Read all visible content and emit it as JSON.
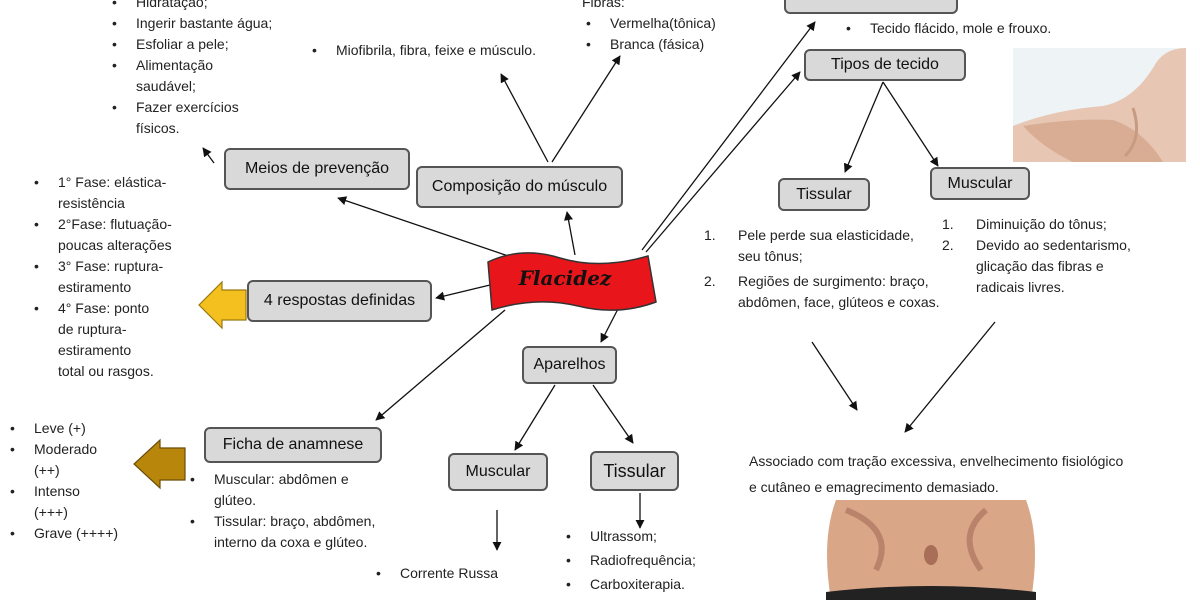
{
  "central": {
    "label": "Flacidez"
  },
  "nodes": {
    "meios_prevencao": "Meios de prevenção",
    "composicao_musculo": "Composição do músculo",
    "respostas_definidas": "4 respostas definidas",
    "ficha_anamnese": "Ficha de anamnese",
    "aparelhos": "Aparelhos",
    "aparelhos_muscular": "Muscular",
    "aparelhos_tissular": "Tissular",
    "tipos_tecido": "Tipos de tecido",
    "tipos_tissular": "Tissular",
    "tipos_muscular": "Muscular"
  },
  "prevencao_items": [
    "Hidratação;",
    "Ingerir bastante água;",
    "Esfoliar a pele;",
    "Alimentação saudável;",
    "Fazer exercícios físicos."
  ],
  "composicao_item": "Miofibrila, fibra, feixe e músculo.",
  "fibras": {
    "label": "Fibras:",
    "items": [
      "Vermelha(tônica)",
      "Branca (fásica)"
    ]
  },
  "definicao_item": "Tecido flácido, mole e frouxo.",
  "fases_items": [
    "1° Fase: elástica-resistência",
    "2°Fase: flutuação-poucas alterações",
    "3° Fase: ruptura-estiramento",
    "4° Fase: ponto de ruptura-estiramento total ou rasgos."
  ],
  "graus_items": [
    "Leve (+)",
    "Moderado (++)",
    "Intenso (+++)",
    "Grave (++++)"
  ],
  "anamnese_items": [
    "Muscular: abdômen e glúteo.",
    "Tissular: braço, abdômen, interno da coxa e glúteo."
  ],
  "aparelhos_muscular_item": "Corrente Russa",
  "aparelhos_tissular_items": [
    "Ultrassom;",
    "Radiofrequência;",
    "Carboxiterapia."
  ],
  "tissular_items": [
    {
      "num": "1.",
      "text": "Pele perde sua elasticidade, seu tônus;"
    },
    {
      "num": "2.",
      "text": "Regiões de surgimento: braço, abdômen, face, glúteos e coxas."
    }
  ],
  "muscular_items": [
    {
      "num": "1.",
      "text": "Diminuição do tônus;"
    },
    {
      "num": "2.",
      "text": "Devido ao sedentarismo, glicação das fibras e radicais livres."
    }
  ],
  "associado_text": "Associado com tração excessiva, envelhecimento fisiológico e cutâneo  e emagrecimento demasiado.",
  "colors": {
    "center_fill": "#e8161b",
    "node_fill": "#d9d9d9",
    "arrow_yellow": "#f4c020",
    "arrow_olive": "#b8860b"
  }
}
